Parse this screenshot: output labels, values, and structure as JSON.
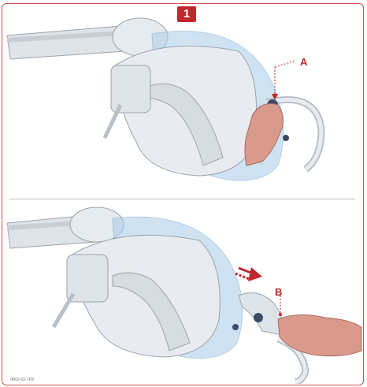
{
  "figure": {
    "step_badge": "1",
    "callout_a": "A",
    "callout_b": "B",
    "figure_code": "0B02-03-TFR"
  },
  "colors": {
    "frame_border": "#d44a4a",
    "badge_fill": "#c0282d",
    "callout_color": "#c0282d",
    "lamp_body": "#e8ecf0",
    "lamp_shadow": "#b8c0c8",
    "dome_glass": "#a9cce8",
    "hand_skin": "#d99a8c"
  },
  "icons": {
    "top_illustration": "dental-lamp-remove-handle-illustration",
    "bottom_illustration": "dental-lamp-handle-detached-illustration",
    "motion_arrow": "arrow-right-icon"
  }
}
